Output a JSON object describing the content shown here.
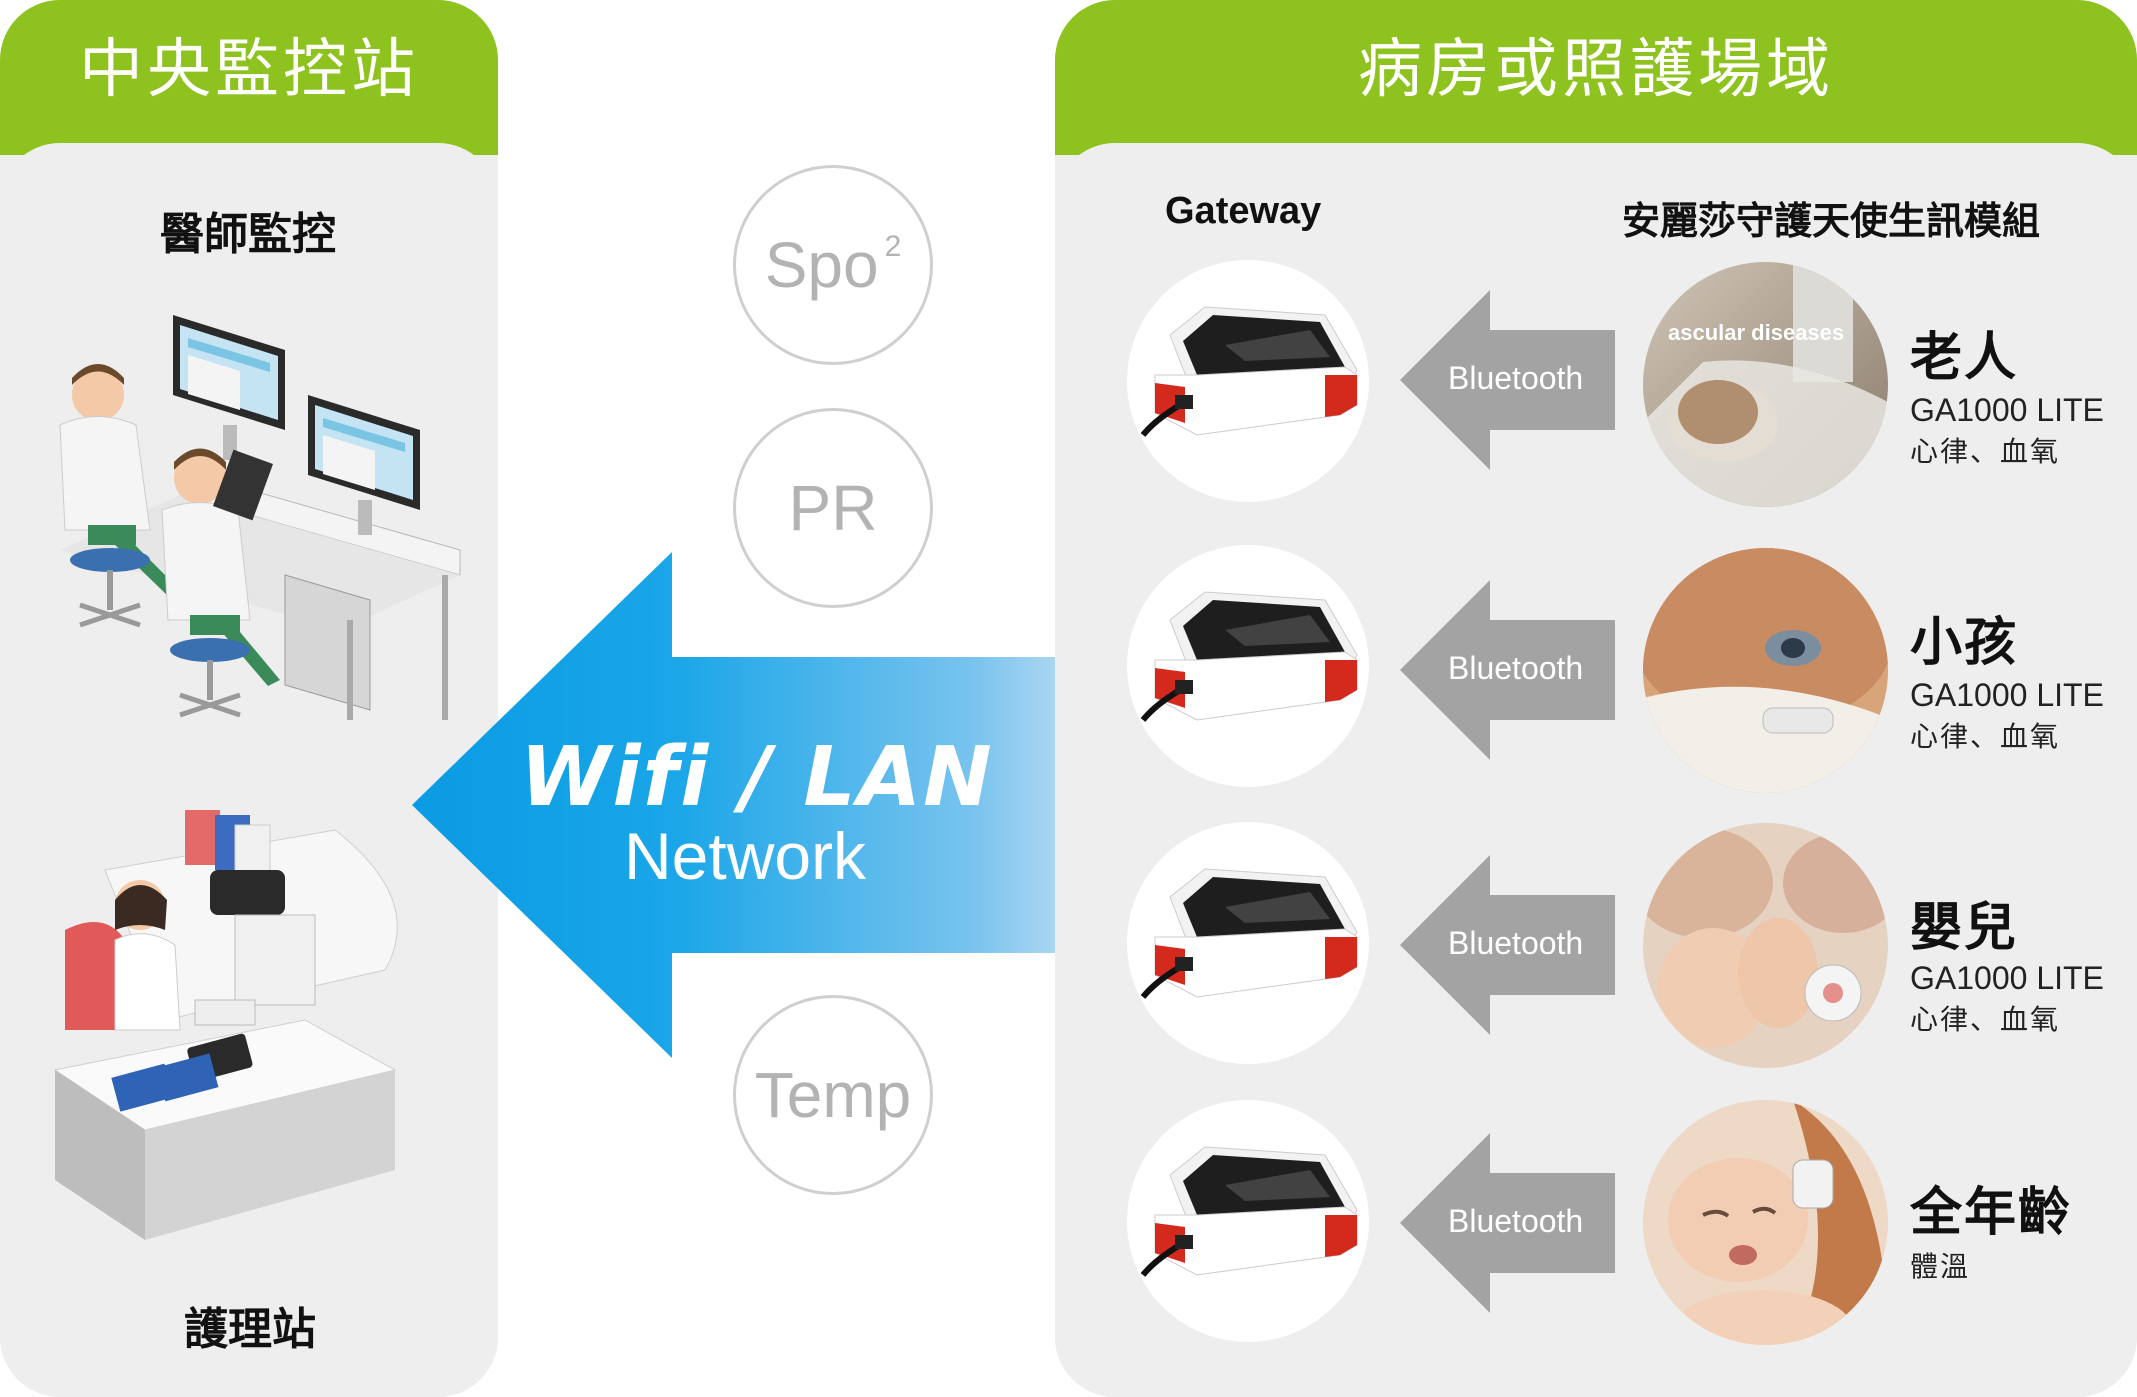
{
  "left_panel": {
    "title": "中央監控站",
    "doctor_label": "醫師監控",
    "nurse_label": "護理站"
  },
  "right_panel": {
    "title": "病房或照護場域",
    "gateway_label": "Gateway",
    "module_label": "安麗莎守護天使生訊模組",
    "rows": [
      {
        "bluetooth": "Bluetooth",
        "age": "老人",
        "model": "GA1000 LITE",
        "params": "心律、血氧",
        "photo_caption": "ascular diseases"
      },
      {
        "bluetooth": "Bluetooth",
        "age": "小孩",
        "model": "GA1000 LITE",
        "params": "心律、血氧"
      },
      {
        "bluetooth": "Bluetooth",
        "age": "嬰兒",
        "model": "GA1000 LITE",
        "params": "心律、血氧"
      },
      {
        "bluetooth": "Bluetooth",
        "age": "全年齡",
        "params": "體溫"
      }
    ]
  },
  "metrics": {
    "spo": "Spo",
    "spo_sup": "2",
    "pr": "PR",
    "temp": "Temp"
  },
  "network": {
    "line1": "Wifi / LAN",
    "line2": "Network"
  },
  "colors": {
    "header_green": "#8dc21f",
    "panel_gray": "#eeeeee",
    "arrow_blue": "#0aa0e6",
    "bt_arrow_gray": "#a3a3a3",
    "device_red": "#d42a1e"
  }
}
